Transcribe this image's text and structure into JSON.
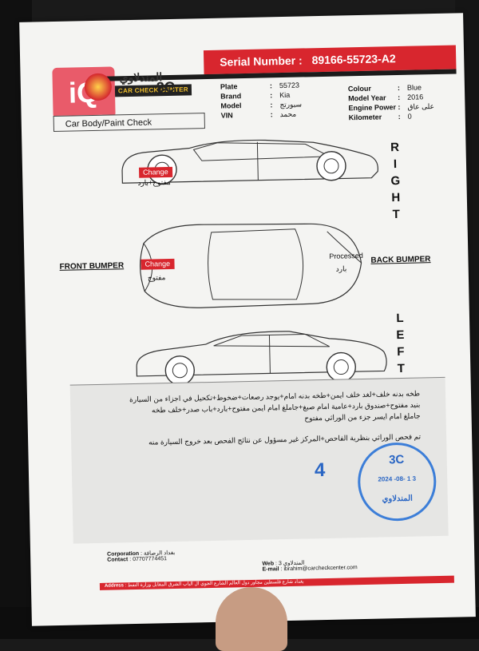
{
  "header": {
    "serial_label": "Serial Number :",
    "serial_value": "89166-55723-A2",
    "logo_ar": "المندلاوي",
    "logo_en": "CAR CHECK CENTER",
    "logo_3c": "3C",
    "watermark": "iQ",
    "section_title": "Car Body/Paint Check"
  },
  "vehicle": {
    "plate_label": "Plate",
    "plate": "55723",
    "brand_label": "Brand",
    "brand": "Kia",
    "model_label": "Model",
    "model": "سبورتج",
    "vin_label": "VIN",
    "vin": "محمد",
    "colour_label": "Colour",
    "colour": "Blue",
    "year_label": "Model Year",
    "year": "2016",
    "engine_label": "Engine Power",
    "engine": "على عاق",
    "km_label": "Kilometer",
    "km": "0"
  },
  "sides": {
    "right": [
      "R",
      "I",
      "G",
      "H",
      "T"
    ],
    "left": [
      "L",
      "E",
      "F",
      "T"
    ],
    "front_bumper": "FRONT BUMPER",
    "back_bumper": "BACK BUMPER"
  },
  "marks": {
    "right_change": "Change",
    "right_note": "مفتوح+بارد",
    "top_change": "Change",
    "top_note": "مفتوح",
    "processed": "Processed",
    "processed_note": "بارد"
  },
  "notes": {
    "line1": "طخه بدنه خلف+لغد خلف ايمن+طخه بدنه امام+يوجد رصعات+ضخوط+تكحيل في اجزاء من السيارة",
    "line2": "بنيد مفتوح+صندوق بارد+عامية امام صبغ+جاملغ امام ايمن مفتوح+بارد+باب صدر+خلف طخه",
    "line3": "جاملغ امام ايسر جزء من الوراثي مفتوح",
    "line4": "تم فحص الوراثي بنظرية الفاحص+المركز غير مسؤول عن نتائج الفحص بعد خروج السيارة منه",
    "count": "4"
  },
  "stamp": {
    "title": "3C",
    "date": "2024 -08- 1 3",
    "name": "المندلاوي"
  },
  "footer": {
    "corporation_label": "Corporation",
    "corporation_value": "بغداد الرصافة",
    "contact_label": "Contact",
    "contact_value": "07707774451",
    "web_label": "Web",
    "web_value": "3 المندلاوي",
    "email_label": "E-mail",
    "email_value": "ibrahim@carcheckcenter.com",
    "address_label": "Address",
    "address_value": "بغداد شارع فلسطين مجاور دول العالم الشارع الجوي ال الباب الشرق المقابل وزارة النفط"
  }
}
